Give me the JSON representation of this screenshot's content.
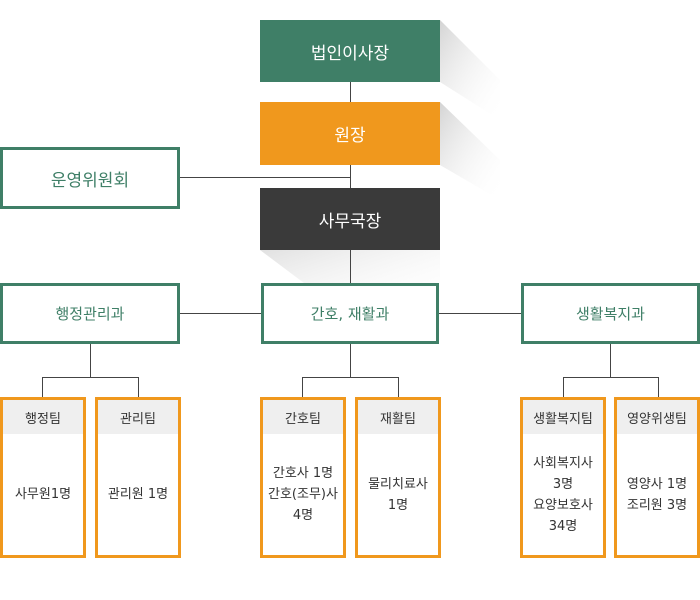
{
  "top": {
    "board": "법인이사장",
    "director": "원장",
    "secretary": "사무국장",
    "committee": "운영위원회"
  },
  "departments": [
    {
      "name": "행정관리과"
    },
    {
      "name": "간호, 재활과"
    },
    {
      "name": "생활복지과"
    }
  ],
  "teams": [
    {
      "name": "행정팀",
      "lines": [
        "사무원1명"
      ]
    },
    {
      "name": "관리팀",
      "lines": [
        "관리원 1명"
      ]
    },
    {
      "name": "간호팀",
      "lines": [
        "간호사 1명",
        "간호(조무)사",
        "4명"
      ]
    },
    {
      "name": "재활팀",
      "lines": [
        "물리치료사",
        "1명"
      ]
    },
    {
      "name": "생활복지팀",
      "lines": [
        "사회복지사",
        "3명",
        "요양보호사",
        "34명"
      ]
    },
    {
      "name": "영양위생팀",
      "lines": [
        "영양사 1명",
        "조리원 3명"
      ]
    }
  ],
  "colors": {
    "green": "#3f7f67",
    "orange": "#f0981d",
    "dark": "#3a3a3a"
  }
}
